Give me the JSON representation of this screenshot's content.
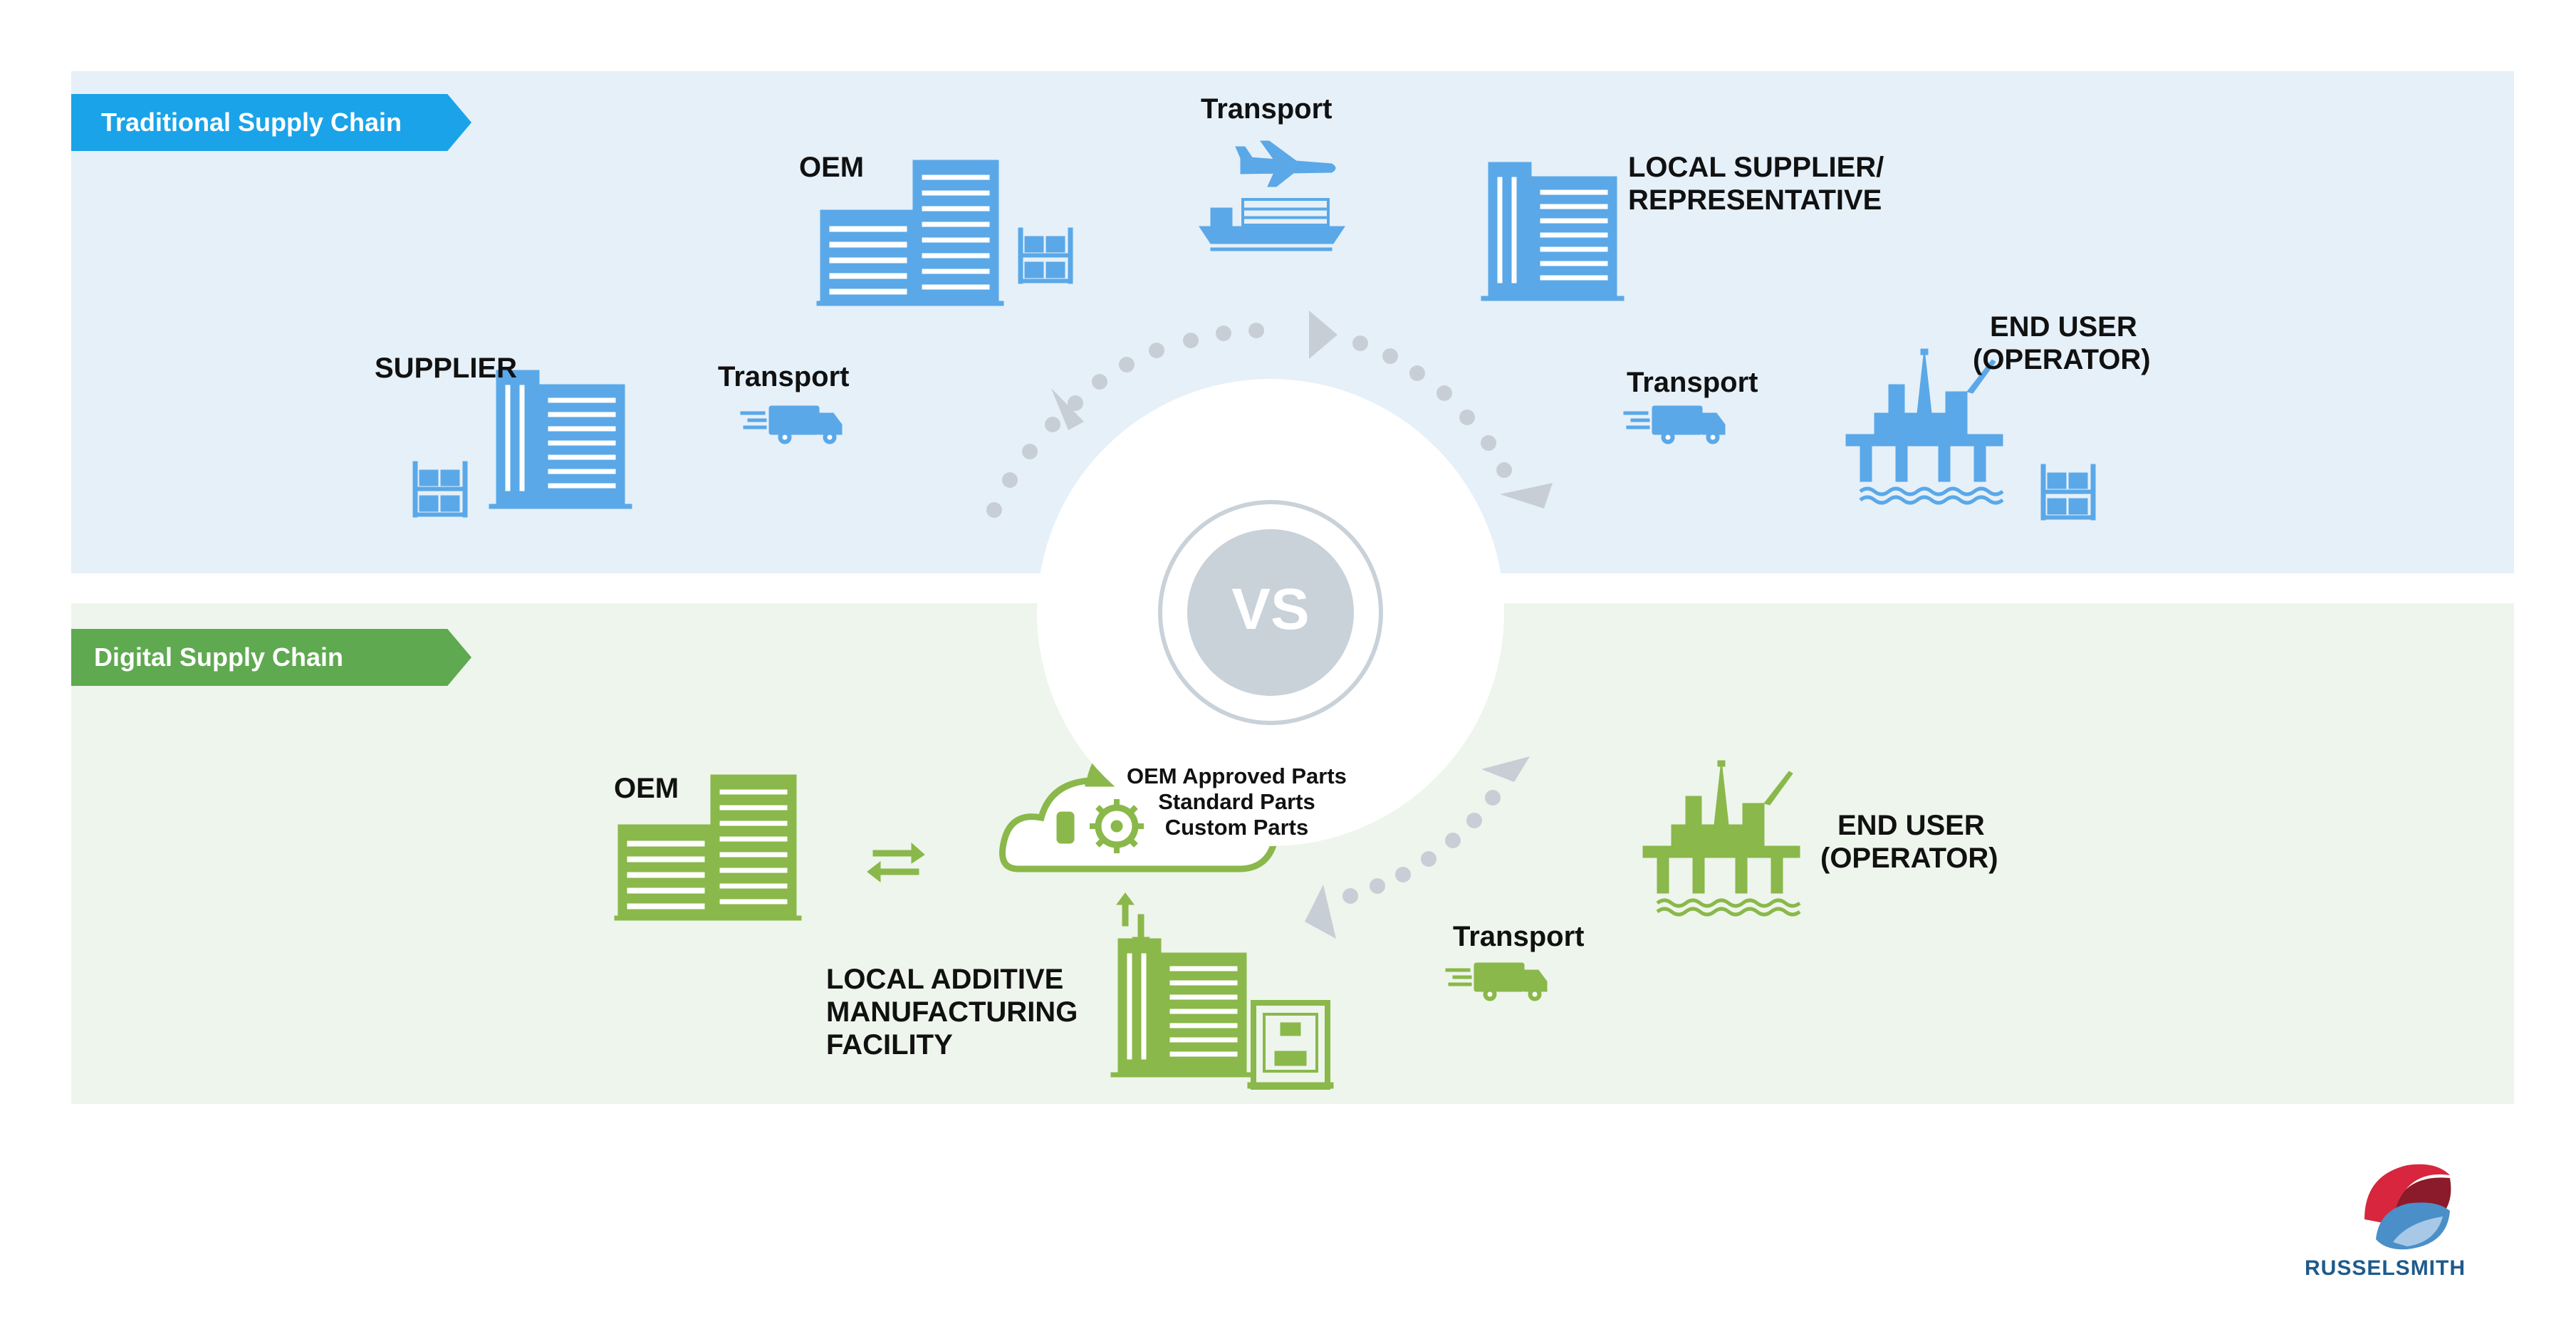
{
  "traditional": {
    "tag": "Traditional Supply Chain",
    "supplier": "SUPPLIER",
    "oem": "OEM",
    "transport_top": "Transport",
    "transport_left": "Transport",
    "local_supplier_line1": "LOCAL SUPPLIER/",
    "local_supplier_line2": "REPRESENTATIVE",
    "transport_right": "Transport",
    "end_user_line1": "END USER",
    "end_user_line2": "(OPERATOR)"
  },
  "vs": "VS",
  "digital": {
    "tag": "Digital Supply Chain",
    "oem": "OEM",
    "cloud_items": [
      "OEM Approved Parts",
      "Standard Parts",
      "Custom Parts"
    ],
    "facility_line1": "LOCAL ADDITIVE",
    "facility_line2": "MANUFACTURING",
    "facility_line3": "FACILITY",
    "transport": "Transport",
    "end_user_line1": "END USER",
    "end_user_line2": "(OPERATOR)"
  },
  "brand": "RUSSELSMITH",
  "colors": {
    "traditional_accent": "#1aa3e8",
    "traditional_icon": "#5aa8e8",
    "digital_accent": "#5fa950",
    "digital_icon": "#8ab84a",
    "vs_circle": "#c9d1d9",
    "arrow_dots": "#c8ced6",
    "brand_red": "#d7263d",
    "brand_blue": "#1f5a8c"
  },
  "icons": [
    "building-icon",
    "warehouse-shelf-icon",
    "airplane-icon",
    "cargo-ship-icon",
    "delivery-truck-icon",
    "oil-rig-icon",
    "cloud-icon",
    "gear-icon",
    "3d-printer-icon",
    "exchange-arrows-icon",
    "russelsmith-logo"
  ]
}
